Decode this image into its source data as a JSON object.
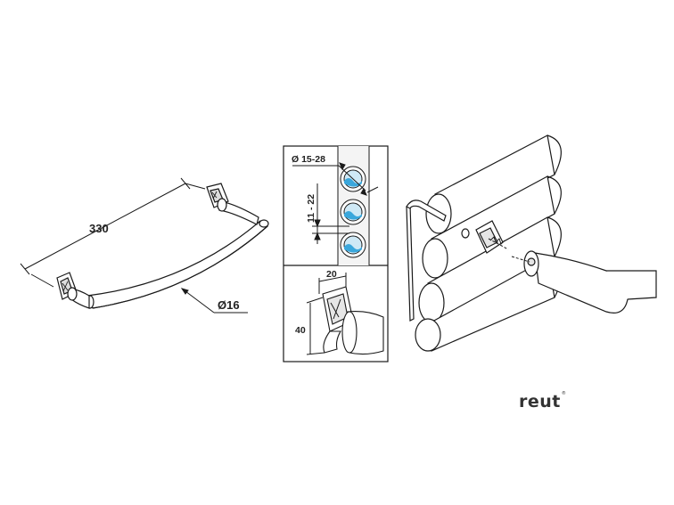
{
  "towel_bar": {
    "length_label": "330",
    "diameter_label": "Ø16"
  },
  "pipe_detail": {
    "pipe_diameter_label": "Ø 15-28",
    "spacing_label": "11 - 22"
  },
  "bracket_detail": {
    "width_label": "20",
    "height_label": "40"
  },
  "brand": {
    "logo_text": "reut",
    "logo_mark": "®"
  },
  "colors": {
    "line": "#1a1a1a",
    "pipe_fill": "#cfe9f6",
    "pipe_water": "#3aa7dc",
    "shade": "#e6e6e6"
  }
}
